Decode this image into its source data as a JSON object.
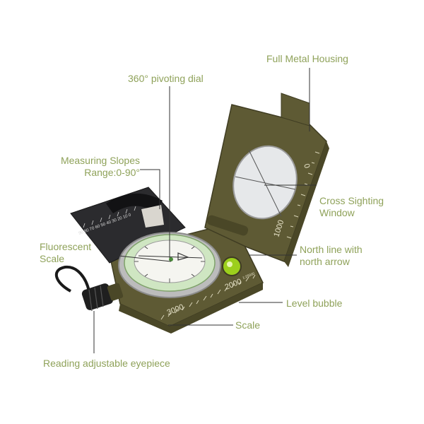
{
  "theme": {
    "label_color": "#8fa25a",
    "leader_color": "#333333",
    "body_color": "#5e5a34",
    "body_dark": "#4a4727"
  },
  "labels": {
    "full_metal_housing": "Full Metal Housing",
    "pivoting_dial": "360° pivoting dial",
    "measuring_slopes_1": "Measuring Slopes",
    "measuring_slopes_2": "Range:0-90°",
    "cross_sighting_1": "Cross Sighting",
    "cross_sighting_2": "Window",
    "fluorescent_1": "Fluorescent",
    "fluorescent_2": "Scale",
    "north_line_1": "North line with",
    "north_line_2": "north arrow",
    "level_bubble": "Level bubble",
    "scale": "Scale",
    "eyepiece": "Reading adjustable eyepiece"
  },
  "compass_marks": {
    "lid_zero": "0",
    "lid_1000": "1000",
    "base_2000": "2000",
    "base_3000": "3000",
    "ratio": "1:25000",
    "clino_numbers": "90 80 70 60 50 40 30 20 10 0"
  }
}
